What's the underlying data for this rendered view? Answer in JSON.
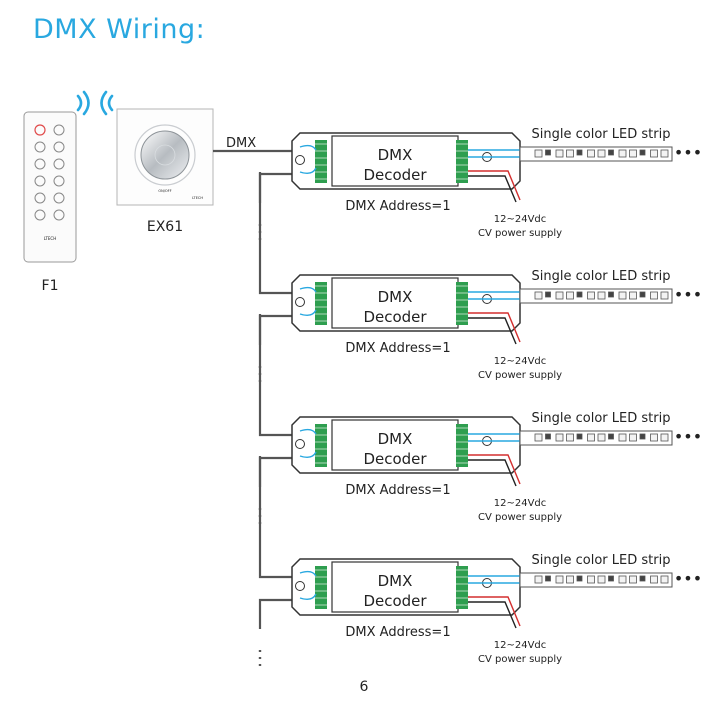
{
  "page_title": "DMX Wiring:",
  "colors": {
    "title": "#29a8e0",
    "wire": "#555555",
    "signal": "#29a8e0",
    "terminal": "#2e9e4f",
    "power": "#d32f2f"
  },
  "remote": {
    "label": "F1",
    "brand": "LTECH"
  },
  "panel": {
    "label": "EX61",
    "brand": "LTECH",
    "dial_caption": "ON/OFF"
  },
  "dmx_label": "DMX",
  "units": [
    {
      "decoder_line1": "DMX",
      "decoder_line2": "Decoder",
      "address": "DMX Address=1",
      "strip_label": "Single color LED strip",
      "power_line1": "12~24Vdc",
      "power_line2": "CV power supply"
    },
    {
      "decoder_line1": "DMX",
      "decoder_line2": "Decoder",
      "address": "DMX Address=1",
      "strip_label": "Single color LED strip",
      "power_line1": "12~24Vdc",
      "power_line2": "CV power supply"
    },
    {
      "decoder_line1": "DMX",
      "decoder_line2": "Decoder",
      "address": "DMX Address=1",
      "strip_label": "Single color LED strip",
      "power_line1": "12~24Vdc",
      "power_line2": "CV power supply"
    },
    {
      "decoder_line1": "DMX",
      "decoder_line2": "Decoder",
      "address": "DMX Address=1",
      "strip_label": "Single color LED strip",
      "power_line1": "12~24Vdc",
      "power_line2": "CV power supply"
    }
  ],
  "page_number": "6"
}
